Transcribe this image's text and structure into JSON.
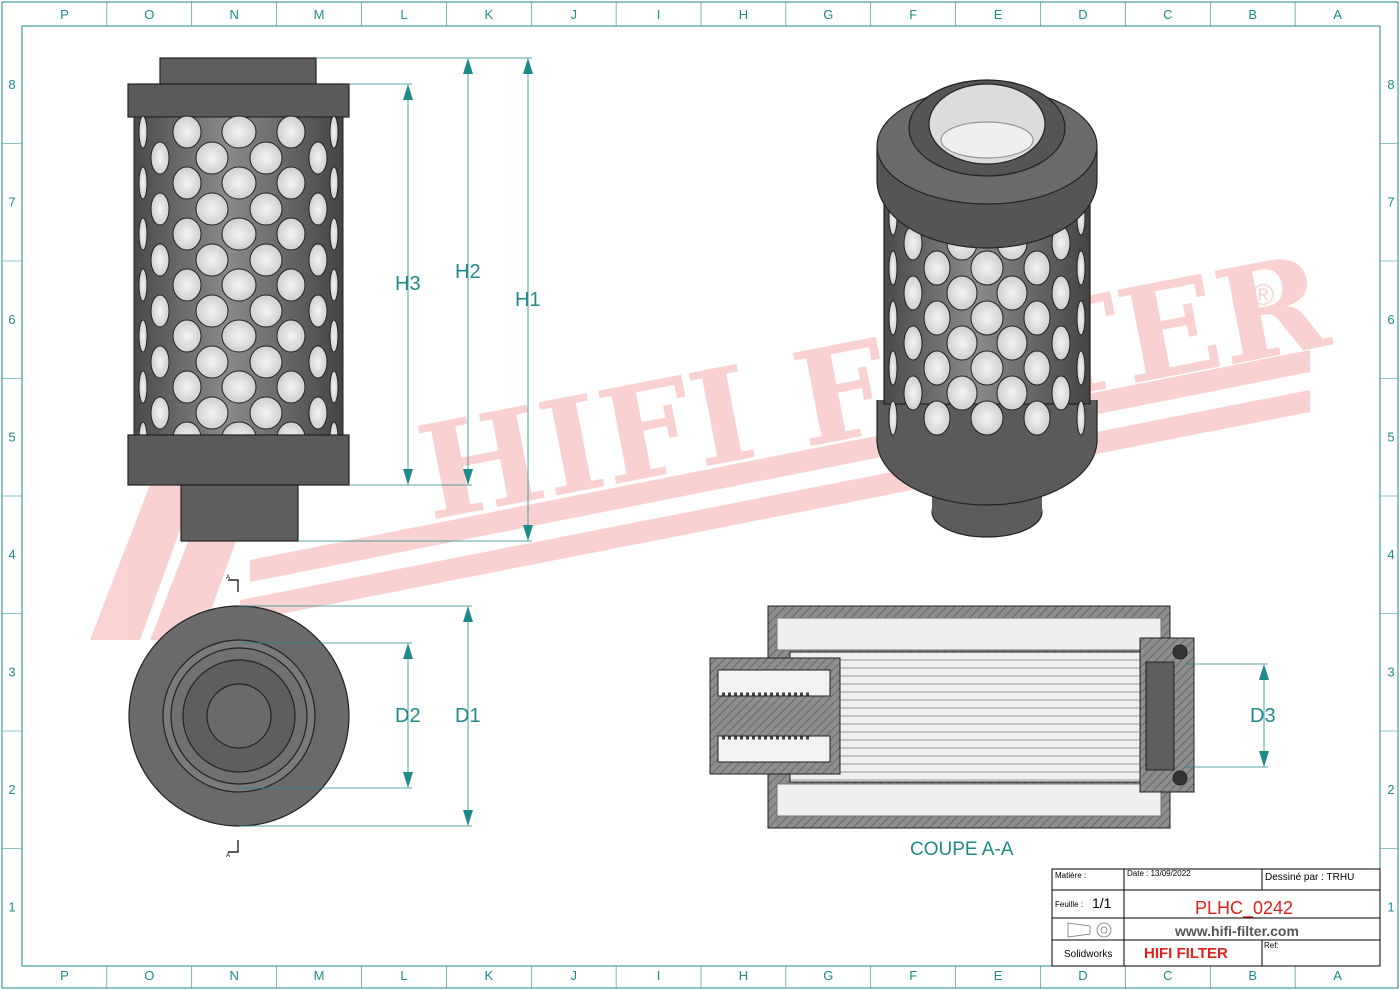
{
  "grid": {
    "columns": [
      "P",
      "O",
      "N",
      "M",
      "L",
      "K",
      "J",
      "I",
      "H",
      "G",
      "F",
      "E",
      "D",
      "C",
      "B",
      "A"
    ],
    "rows": [
      "8",
      "7",
      "6",
      "5",
      "4",
      "3",
      "2",
      "1"
    ]
  },
  "watermark": {
    "text": "HIFI FILTER",
    "reg": "®",
    "color": "#e84a4a"
  },
  "dimensions": {
    "h1": "H1",
    "h2": "H2",
    "h3": "H3",
    "d1": "D1",
    "d2": "D2",
    "d3": "D3"
  },
  "section": {
    "marker": "A",
    "caption": "COUPE A-A"
  },
  "title_block": {
    "matiere_label": "Matière :",
    "date_label": "Date : 13/09/2022",
    "dessine_label": "Dessiné par : TRHU",
    "feuille_label": "Feuille :",
    "feuille_value": "1/1",
    "part_number": "PLHC_0242",
    "website": "www.hifi-filter.com",
    "software": "Solidworks",
    "brand": "HIFI FILTER",
    "ref_label": "Ref:"
  },
  "colors": {
    "line": "#1f8a8a",
    "part": "#6e6e6e",
    "accent": "#e3211c"
  }
}
